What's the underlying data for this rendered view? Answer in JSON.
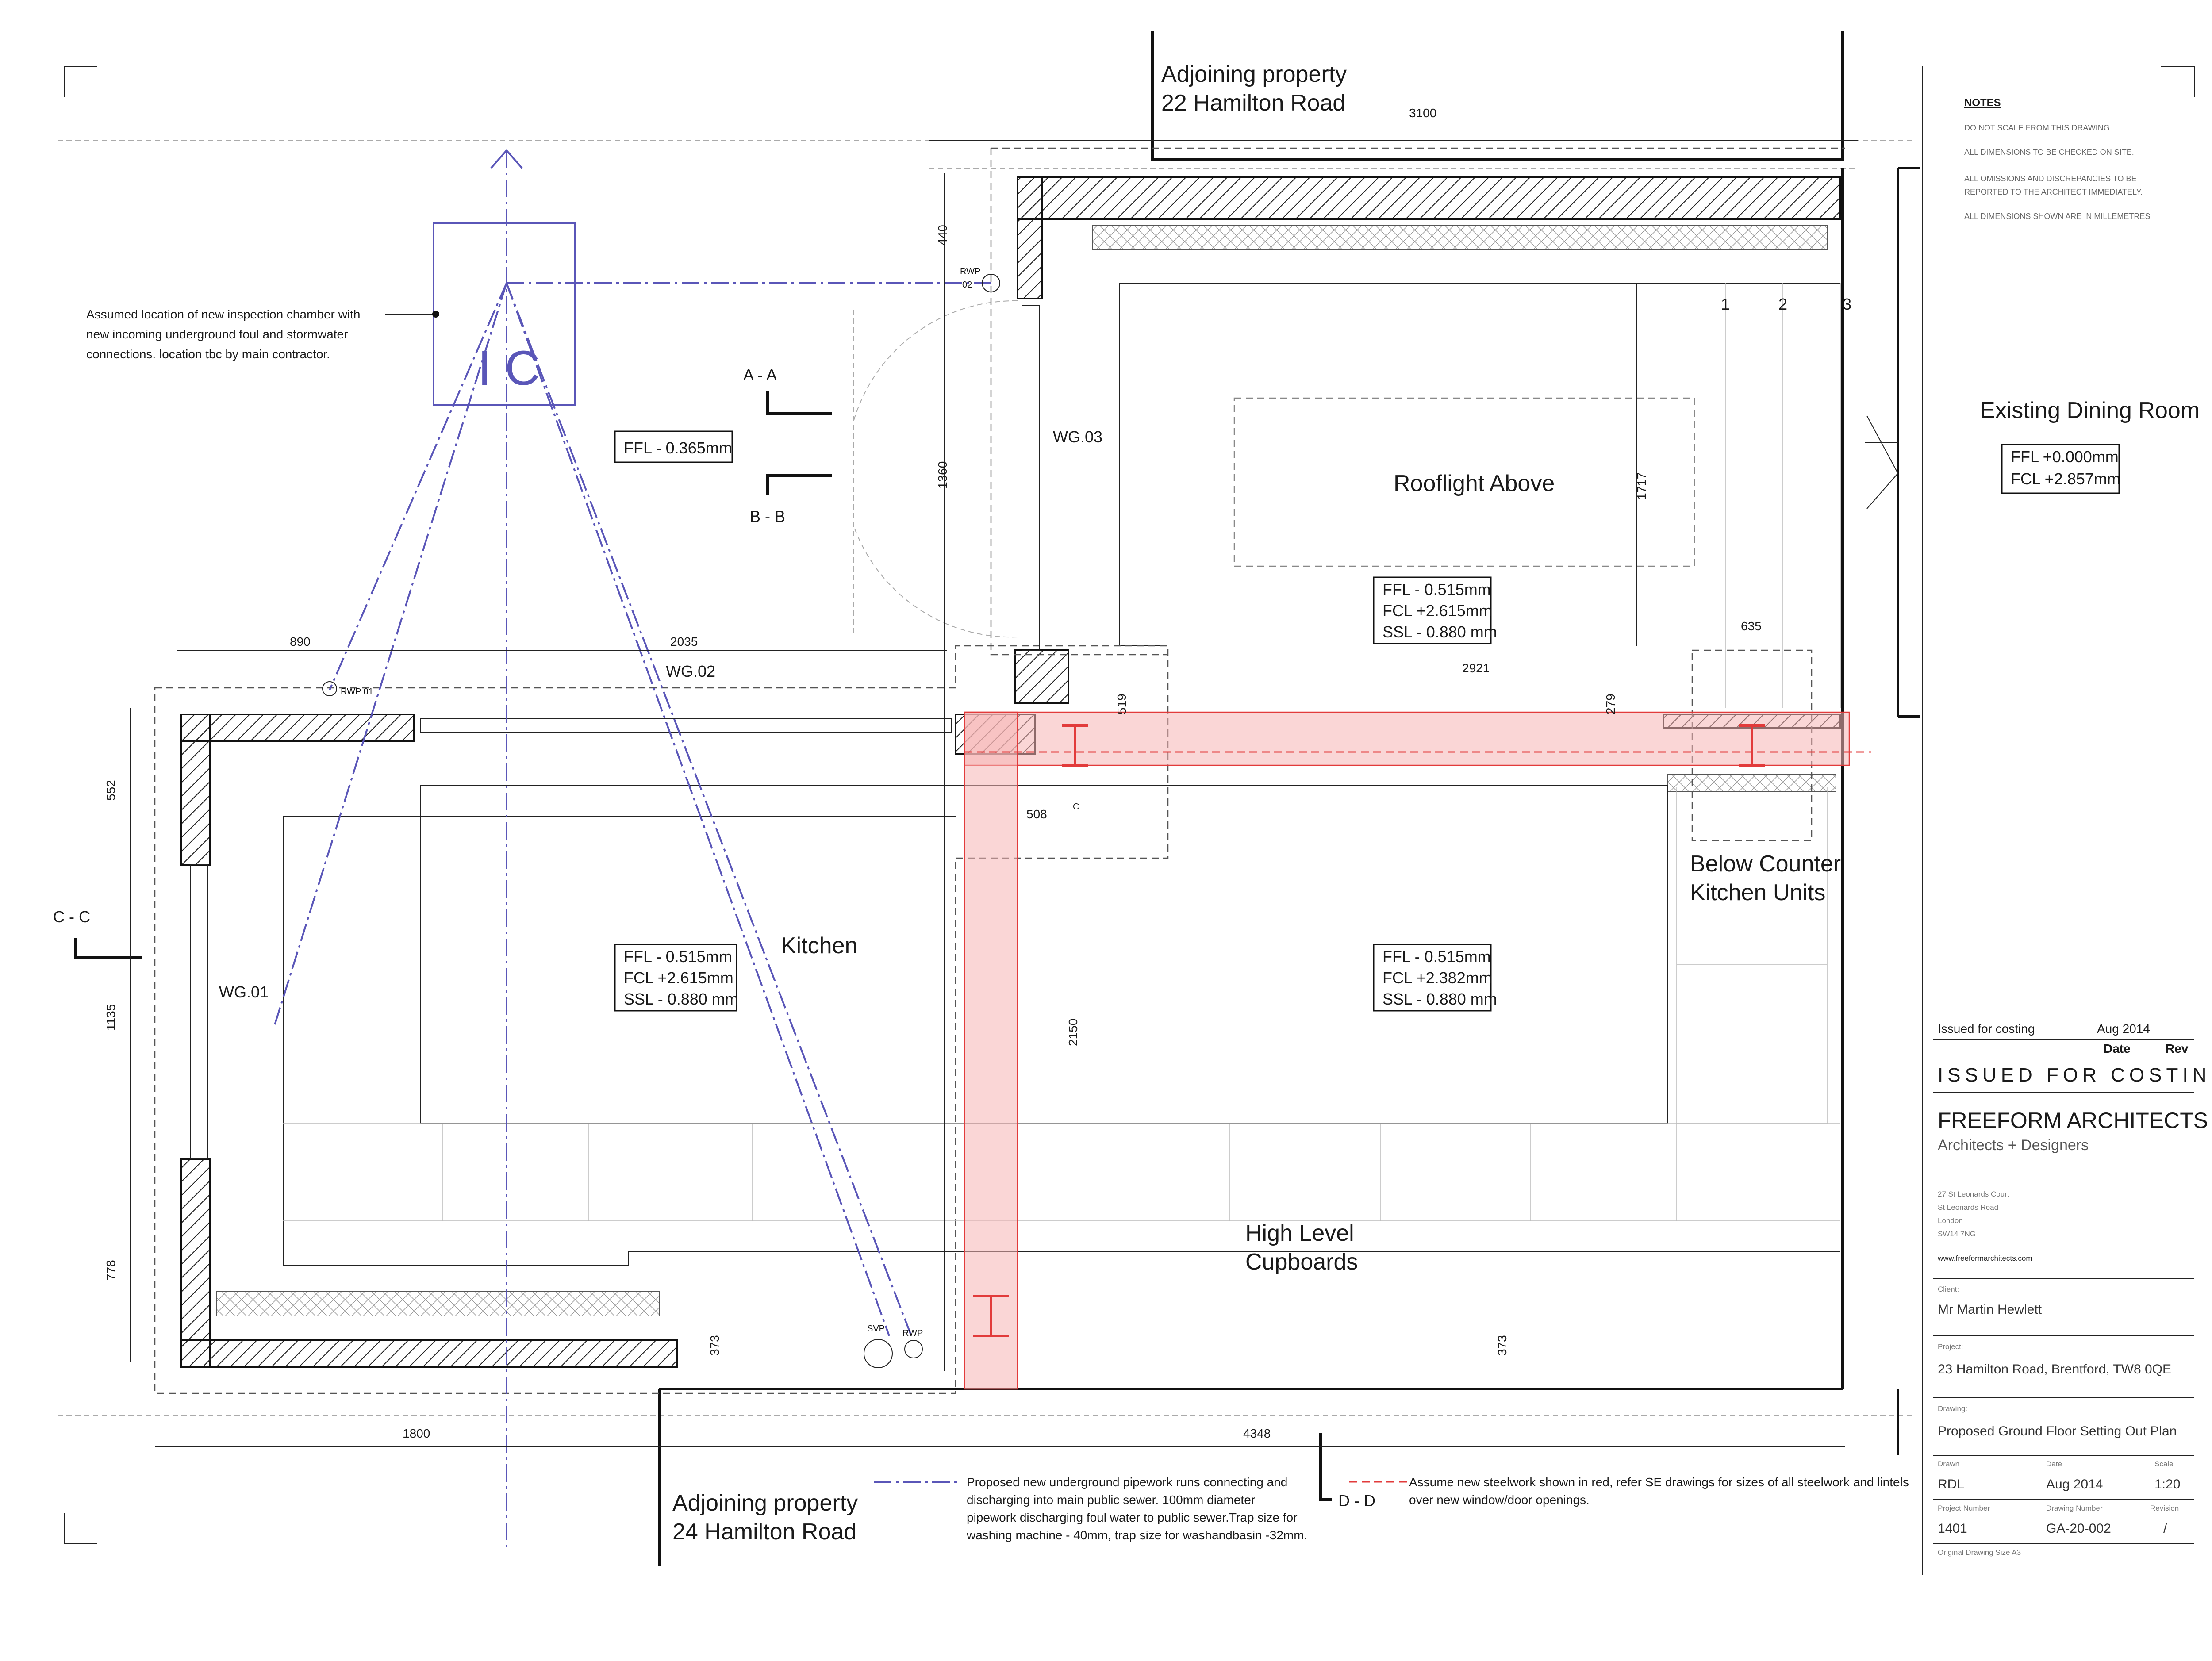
{
  "drawing": {
    "adjoining_top": {
      "line1": "Adjoining property",
      "line2": "22 Hamilton Road"
    },
    "adjoining_bottom": {
      "line1": "Adjoining property",
      "line2": "24 Hamilton Road"
    },
    "existing_room": "Existing Dining Room",
    "existing_levels": [
      "FFL +0.000mm",
      "FCL +2.857mm"
    ],
    "inspection_note": [
      "Assumed location of new inspection chamber with",
      "new incoming underground foul and stormwater",
      "connections. location tbc by main contractor."
    ],
    "ic_label": "I C",
    "section_marks": {
      "aa": "A - A",
      "bb": "B - B",
      "cc": "C - C",
      "dd": "D - D"
    },
    "grid_lines": [
      "1",
      "2",
      "3"
    ],
    "rooms": {
      "rooflight": "Rooflight Above",
      "kitchen": "Kitchen",
      "below_counter": [
        "Below Counter",
        "Kitchen Units"
      ],
      "high_level": [
        "High Level",
        "Cupboards"
      ]
    },
    "level_tags": {
      "courtyard": [
        "FFL - 0.365mm"
      ],
      "rooflight": [
        "FFL - 0.515mm",
        "FCL +2.615mm",
        "SSL - 0.880 mm"
      ],
      "kitchen": [
        "FFL - 0.515mm",
        "FCL +2.615mm",
        "SSL - 0.880 mm"
      ],
      "centre": [
        "FFL - 0.515mm",
        "FCL +2.382mm",
        "SSL - 0.880 mm"
      ]
    },
    "window_tags": {
      "wg01": "WG.01",
      "wg02": "WG.02",
      "wg03": "WG.03"
    },
    "fixtures": {
      "rwp01": "RWP 01",
      "rwp02": [
        "RWP",
        "02"
      ],
      "svp": "SVP",
      "rwp": "RWP",
      "c": "C"
    },
    "dimensions": {
      "d3100": "3100",
      "d440": "440",
      "d1360": "1360",
      "d1717": "1717",
      "d635": "635",
      "d890": "890",
      "d2035": "2035",
      "d2921": "2921",
      "d279": "279",
      "d519": "519",
      "d508": "508",
      "d552": "552",
      "d1135": "1135",
      "d778": "778",
      "d2150": "2150",
      "d373a": "373",
      "d373b": "373",
      "d1800": "1800",
      "d4348": "4348"
    },
    "legend_pipe": [
      "Proposed new underground pipework runs connecting and",
      "discharging into main public sewer. 100mm diameter",
      "pipework discharging foul water to public sewer.Trap size for",
      "washing machine - 40mm, trap size for washandbasin -32mm."
    ],
    "legend_steel": [
      "Assume new steelwork shown in red, refer SE drawings for sizes of all steelwork and lintels",
      "over new window/door openings."
    ]
  },
  "notes": {
    "heading": "NOTES",
    "lines": [
      "DO NOT SCALE FROM THIS DRAWING.",
      "ALL DIMENSIONS TO BE CHECKED ON SITE.",
      "ALL OMISSIONS AND DISCREPANCIES TO BE",
      "REPORTED TO THE ARCHITECT IMMEDIATELY.",
      "ALL DIMENSIONS SHOWN ARE IN MILLEMETRES"
    ]
  },
  "title_block": {
    "revision_text": "Issued for costing",
    "revision_date": "Aug 2014",
    "col_date": "Date",
    "col_rev": "Rev",
    "status": "ISSUED FOR COSTING",
    "firm": "FREEFORM  ARCHITECTS",
    "firm_sub": "Architects + Designers",
    "address": [
      "27 St Leonards Court",
      "St Leonards Road",
      "London",
      "SW14 7NG"
    ],
    "website": "www.freeformarchitects.com",
    "client_cap": "Client:",
    "client": "Mr Martin Hewlett",
    "project_cap": "Project:",
    "project": "23 Hamilton Road, Brentford, TW8 0QE",
    "drawing_cap": "Drawing:",
    "drawing": "Proposed Ground Floor Setting Out Plan",
    "drawn_cap": "Drawn",
    "date_cap": "Date",
    "scale_cap": "Scale",
    "drawn": "RDL",
    "date": "Aug 2014",
    "scale": "1:20",
    "projno_cap": "Project Number",
    "drawno_cap": "Drawing Number",
    "rev_cap": "Revision",
    "projno": "1401",
    "drawno": "GA-20-002",
    "rev": "/",
    "sheet": "Original Drawing Size A3"
  },
  "colors": {
    "pipe": "#5a56b8",
    "steel": "#e23b3b",
    "steel_fill": "#f5b5b5"
  }
}
